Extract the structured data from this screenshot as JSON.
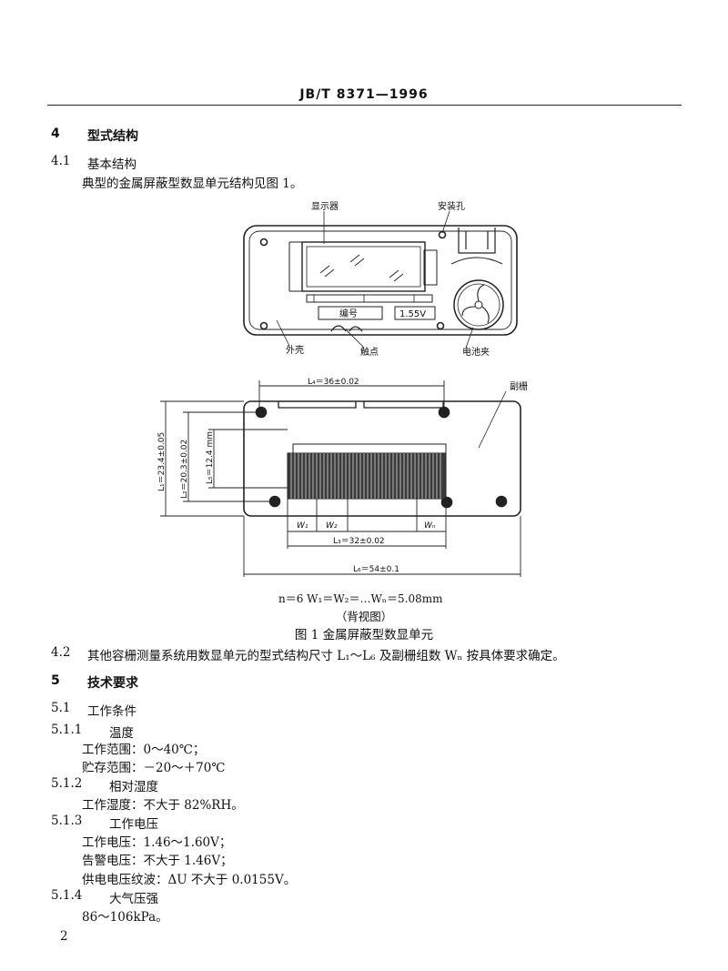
{
  "header": {
    "standard": "JB/T 8371—1996"
  },
  "s4": {
    "num": "4",
    "title": "型式结构"
  },
  "s41": {
    "num": "4.1",
    "title": "基本结构",
    "text": "典型的金属屏蔽型数显单元结构见图 1。"
  },
  "fig": {
    "labels": {
      "display": "显示器",
      "mount_hole": "安装孔",
      "shell": "外壳",
      "contact": "触点",
      "battery_clip": "电池夹",
      "sub_grating": "副栅",
      "serial": "编号",
      "voltage": "1.55V"
    },
    "dims": {
      "l4": "L₄＝36±0.02",
      "l1": "L₁＝23.4±0.05",
      "l2": "L₂＝20.3±0.02",
      "l5": "L₅＝12.4 mm",
      "l3": "L₃＝32±0.02",
      "l6": "L₆＝54±0.1",
      "w1": "W₁",
      "w2": "W₂",
      "wn": "Wₙ"
    },
    "formula": "n＝6   W₁＝W₂＝…Wₙ＝5.08mm",
    "view": "（背视图）",
    "caption": "图 1   金属屏蔽型数显单元"
  },
  "s42": {
    "num": "4.2",
    "text": "其他容栅测量系统用数显单元的型式结构尺寸 L₁～L₆ 及副栅组数 Wₙ 按具体要求确定。"
  },
  "s5": {
    "num": "5",
    "title": "技术要求"
  },
  "s51": {
    "num": "5.1",
    "title": "工作条件"
  },
  "s511": {
    "num": "5.1.1",
    "title": "温度",
    "lines": [
      "工作范围：0～40℃；",
      "贮存范围：－20～＋70℃"
    ]
  },
  "s512": {
    "num": "5.1.2",
    "title": "相对湿度",
    "lines": [
      "工作湿度：不大于 82%RH。"
    ]
  },
  "s513": {
    "num": "5.1.3",
    "title": "工作电压",
    "lines": [
      "工作电压：1.46～1.60V；",
      "告警电压：不大于 1.46V；",
      "供电电压纹波：ΔU 不大于 0.0155V。"
    ]
  },
  "s514": {
    "num": "5.1.4",
    "title": "大气压强",
    "lines": [
      "86～106kPa。"
    ]
  },
  "page_number": "2"
}
